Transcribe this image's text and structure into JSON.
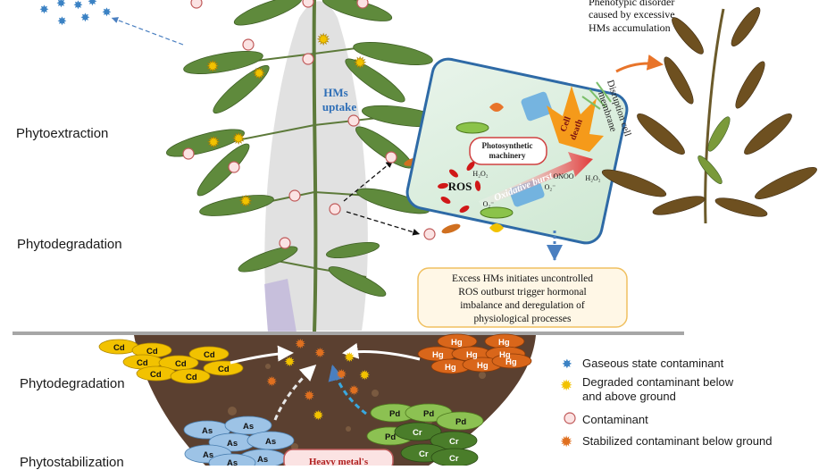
{
  "process_labels": {
    "phytoextraction": "Phytoextraction",
    "phytodegradation_above": "Phytodegradation",
    "phytodegradation_below": "Phytodegradation",
    "phytostabilization": "Phytostabilization"
  },
  "uptake_label": {
    "line1": "HMs",
    "line2": "uptake"
  },
  "phenotype_caption": [
    "Phenotypic disorder",
    "caused by excessive",
    "HMs accumulation"
  ],
  "cell": {
    "photosynthetic": [
      "Photosynthetic",
      "machinery"
    ],
    "ros": "ROS",
    "h2o2_left": "H₂O₂",
    "oxidative_burst": "Oxidative burst",
    "onoo": "ONOO",
    "o2_right": "O₂⁻",
    "h2o2_right": "H₂O₂",
    "o2_left": "O₂⁻",
    "cell_death": [
      "Cell",
      "death"
    ],
    "membrane": [
      "Disruption cell",
      "membrane"
    ]
  },
  "ros_box": [
    "Excess HMs initiates uncontrolled",
    "ROS outburst trigger hormonal",
    "imbalance and deregulation of",
    "physiological processes"
  ],
  "metals": {
    "cd": "Cd",
    "hg": "Hg",
    "as": "As",
    "pd": "Pd",
    "cr": "Cr"
  },
  "heavy_metal_label": "Heavy metal's",
  "legend": [
    {
      "icon": "blue-star-icon",
      "label": [
        "Gaseous state contaminant"
      ]
    },
    {
      "icon": "yellow-star-icon",
      "label": [
        "Degraded contaminant below",
        "and above ground"
      ]
    },
    {
      "icon": "contaminant-icon",
      "label": [
        "Contaminant"
      ]
    },
    {
      "icon": "orange-star-icon",
      "label": [
        "Stabilized contaminant below ground"
      ]
    }
  ],
  "colors": {
    "cd": "#f2c200",
    "hg": "#d9661a",
    "as": "#9dc3e6",
    "pd": "#8cc152",
    "cr": "#4a7d2a",
    "soil": "#5b4030",
    "cell_border": "#2e6aa6",
    "box_border": "#f0c060",
    "box_fill": "#fff7e6",
    "gas_star": "#3b82c4",
    "degraded_star": "#f2c200",
    "stabilized_star": "#e07020"
  }
}
